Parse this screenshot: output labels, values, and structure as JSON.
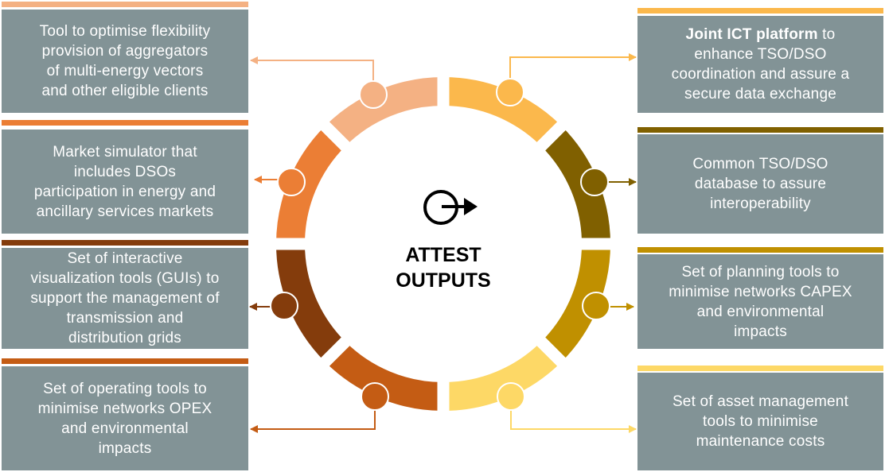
{
  "center": {
    "title": "ATTEST\nOUTPUTS",
    "icon": "circle-arrow-logo-icon"
  },
  "segment_colors": [
    "#FBB84C",
    "#806000",
    "#C09000",
    "#FDD866",
    "#C45C14",
    "#843C0C",
    "#EB7E35",
    "#F4B183"
  ],
  "outputs_left": [
    {
      "text": "Tool to optimise flexibility\nprovision of aggregators\nof multi-energy vectors\nand other eligible clients",
      "color": "#F4B183"
    },
    {
      "text": "Market simulator that\nincludes DSOs\nparticipation in energy and\nancillary services markets",
      "color": "#EB7E35"
    },
    {
      "text": "Set of interactive\nvisualization tools (GUIs) to\nsupport the management of\ntransmission and\ndistribution grids",
      "color": "#843C0C"
    },
    {
      "text": "Set of operating tools to\nminimise networks OPEX\nand environmental\nimpacts",
      "color": "#C45C14"
    }
  ],
  "outputs_right": [
    {
      "bold": "Joint ICT platform",
      "text": " to\nenhance TSO/DSO\ncoordination and assure a\nsecure data exchange",
      "color": "#FBB84C"
    },
    {
      "text": "Common TSO/DSO\ndatabase to assure\ninteroperability",
      "color": "#806000"
    },
    {
      "text": "Set of planning tools to\nminimise networks CAPEX\nand environmental\nimpacts",
      "color": "#C09000"
    },
    {
      "text": "Set of asset management\ntools to minimise\nmaintenance costs",
      "color": "#FDD866"
    }
  ]
}
